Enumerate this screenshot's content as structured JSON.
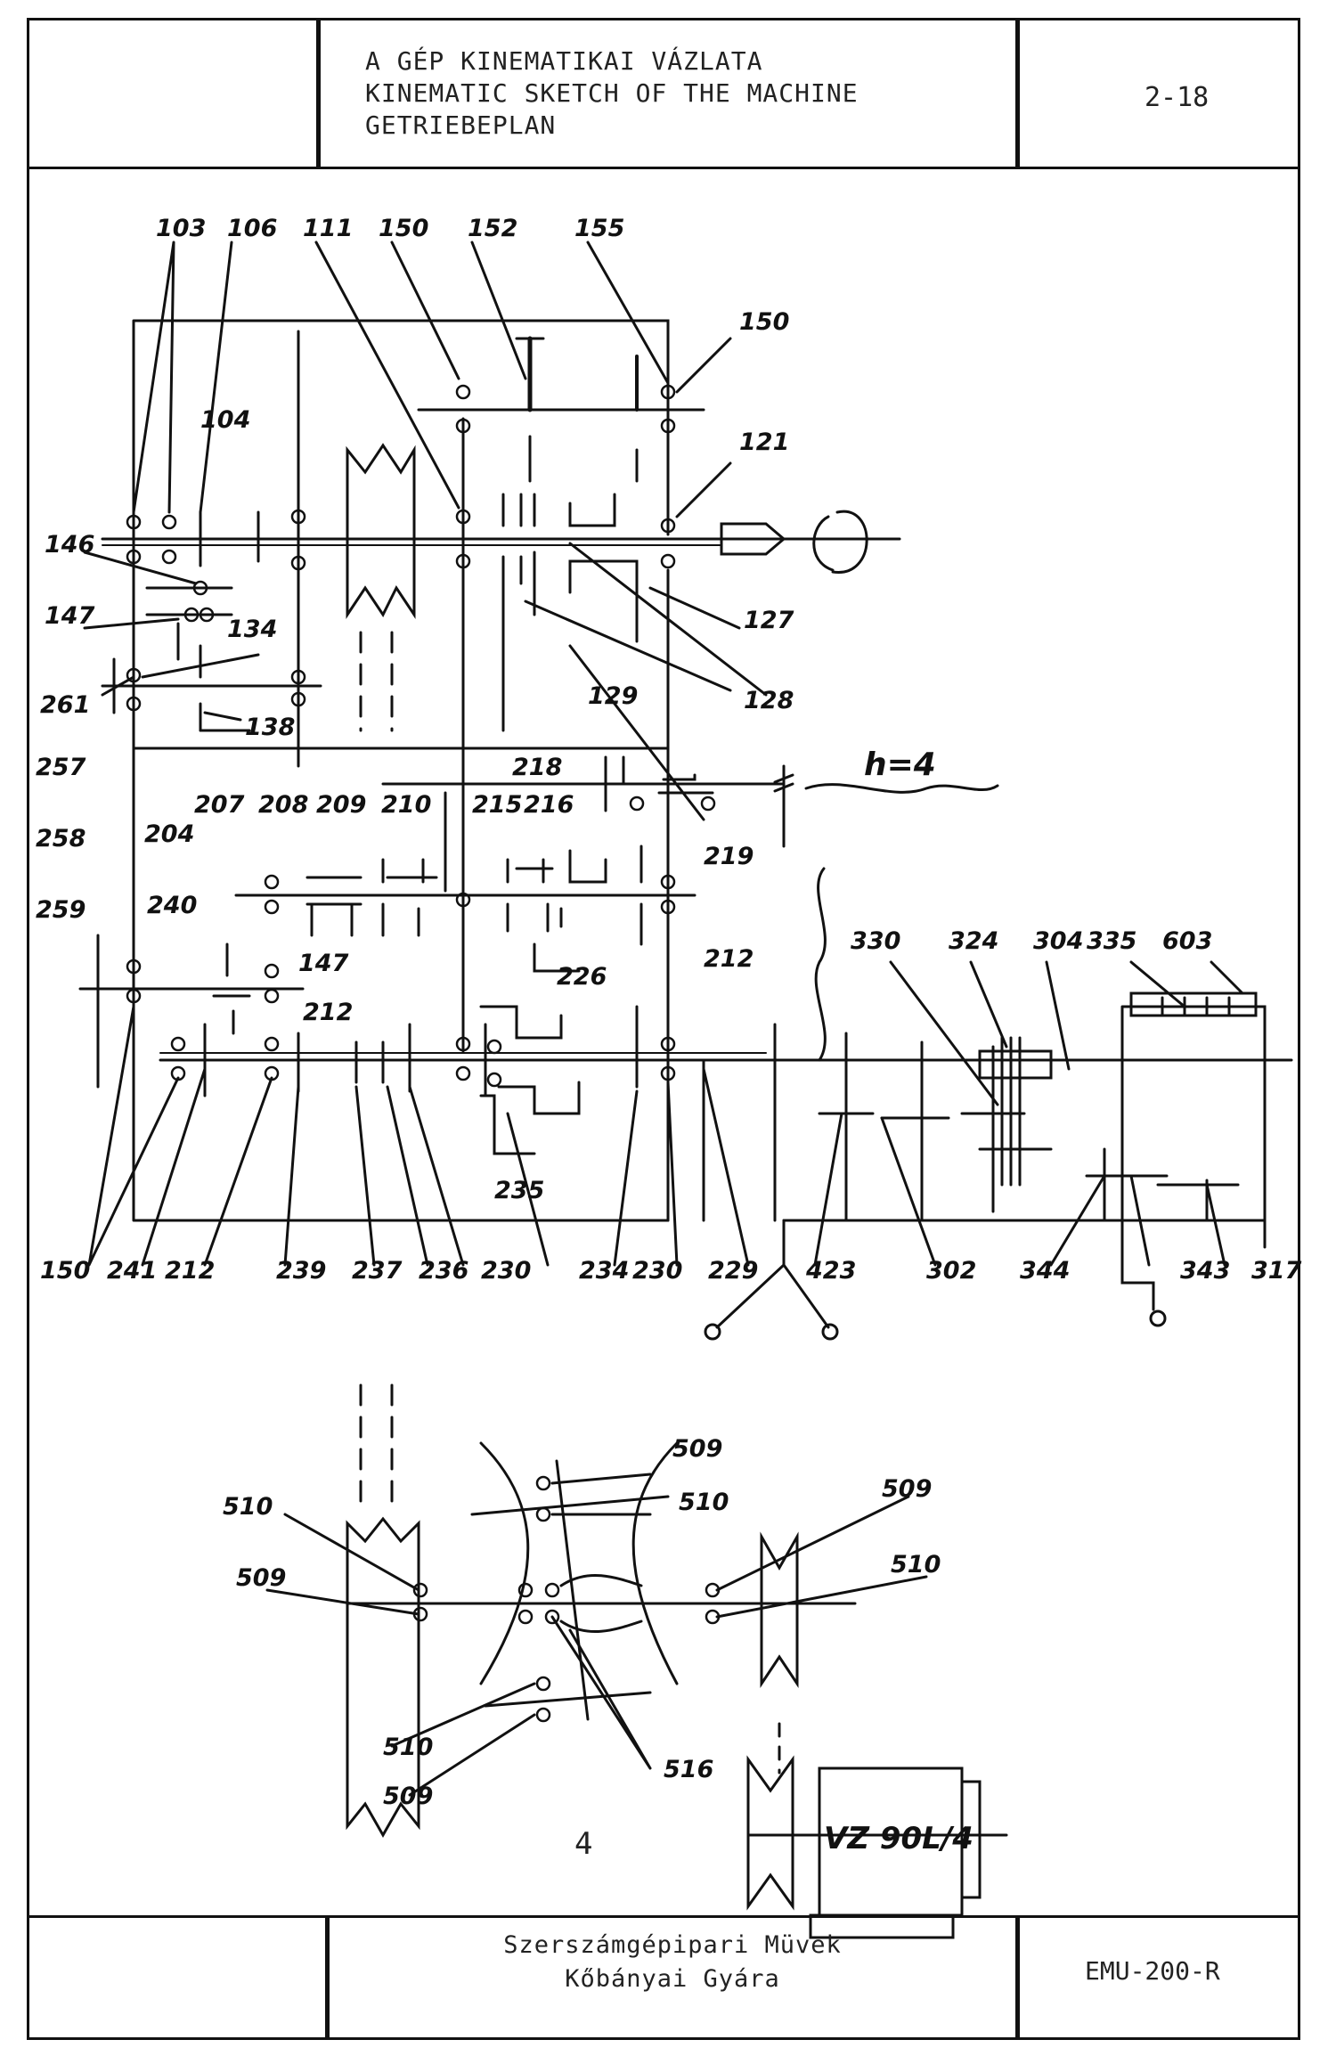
{
  "header": {
    "title_hu": "A GÉP KINEMATIKAI VÁZLATA",
    "title_en": "KINEMATIC SKETCH OF THE MACHINE",
    "title_de": "GETRIEBEPLAN",
    "sheet_code": "2-18"
  },
  "upper_diagram": {
    "labels": [
      "103",
      "106",
      "111",
      "150",
      "152",
      "155",
      "150",
      "104",
      "121",
      "146",
      "147",
      "134",
      "127",
      "129",
      "128",
      "261",
      "138",
      "257",
      "258",
      "259",
      "207",
      "208",
      "209",
      "210",
      "218",
      "215",
      "216",
      "219",
      "204",
      "240",
      "147",
      "212",
      "226",
      "212",
      "330",
      "324",
      "304",
      "335",
      "603",
      "235",
      "150",
      "241",
      "212",
      "239",
      "237",
      "236",
      "230",
      "234",
      "230",
      "229",
      "423",
      "302",
      "344",
      "343",
      "317"
    ],
    "annotation": "h=4"
  },
  "lower_diagram": {
    "labels": [
      "509",
      "510",
      "509",
      "510",
      "510",
      "509",
      "510",
      "509",
      "516"
    ],
    "motor_label": "VZ 90L/4"
  },
  "page_number": "4",
  "footer": {
    "maker_line1": "Szerszámgépipari Müvek",
    "maker_line2": "Kőbányai Gyára",
    "machine_code": "EMU-200-R"
  }
}
